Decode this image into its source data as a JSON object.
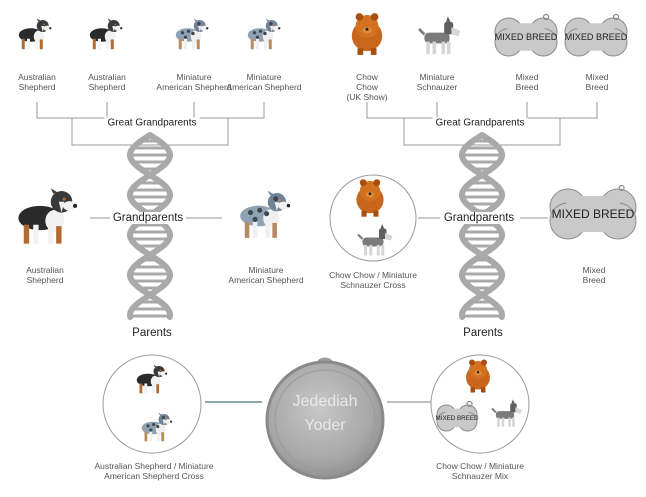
{
  "left": {
    "great_grandparents": [
      {
        "label": "Australian\nShepherd",
        "kind": "aussie"
      },
      {
        "label": "Australian\nShepherd",
        "kind": "aussie"
      },
      {
        "label": "Miniature\nAmerican Shepherd",
        "kind": "merle"
      },
      {
        "label": "Miniature\nAmerican Shepherd",
        "kind": "merle"
      }
    ],
    "great_grandparents_heading": "Great Grandparents",
    "grandparents_heading": "Grandparents",
    "grandparents": [
      {
        "label": "Australian\nShepherd",
        "kind": "aussie"
      },
      {
        "label": "Miniature\nAmerican Shepherd",
        "kind": "merle"
      }
    ],
    "parents_heading": "Parents",
    "parents_label": "Australian Shepherd / Miniature\nAmerican Shepherd Cross"
  },
  "right": {
    "great_grandparents": [
      {
        "label": "Chow\nChow\n(UK Show)",
        "kind": "chow"
      },
      {
        "label": "Miniature\nSchnauzer",
        "kind": "schnauzer"
      },
      {
        "label": "Mixed\nBreed",
        "kind": "tag",
        "tag_text": "MIXED BREED"
      },
      {
        "label": "Mixed\nBreed",
        "kind": "tag",
        "tag_text": "MIXED BREED"
      }
    ],
    "great_grandparents_heading": "Great Grandparents",
    "grandparents_heading": "Grandparents",
    "grandparents": [
      {
        "label": "Chow Chow / Miniature\nSchnauzer Cross",
        "kind": "circle"
      },
      {
        "label": "Mixed\nBreed",
        "kind": "tag",
        "tag_text": "MIXED BREED"
      }
    ],
    "parents_heading": "Parents",
    "parents_label": "Chow Chow / Miniature\nSchnauzer Mix",
    "mini_tag_text": "MIXED BREED"
  },
  "subject": {
    "name_line1": "Jedediah",
    "name_line2": "Yoder"
  },
  "colors": {
    "line": "#9a9a9a",
    "dna": "#a9a9a9",
    "accent_line": "#6e8c8c",
    "tag": "#c9c9c9",
    "medal": "#a7a7a7"
  }
}
